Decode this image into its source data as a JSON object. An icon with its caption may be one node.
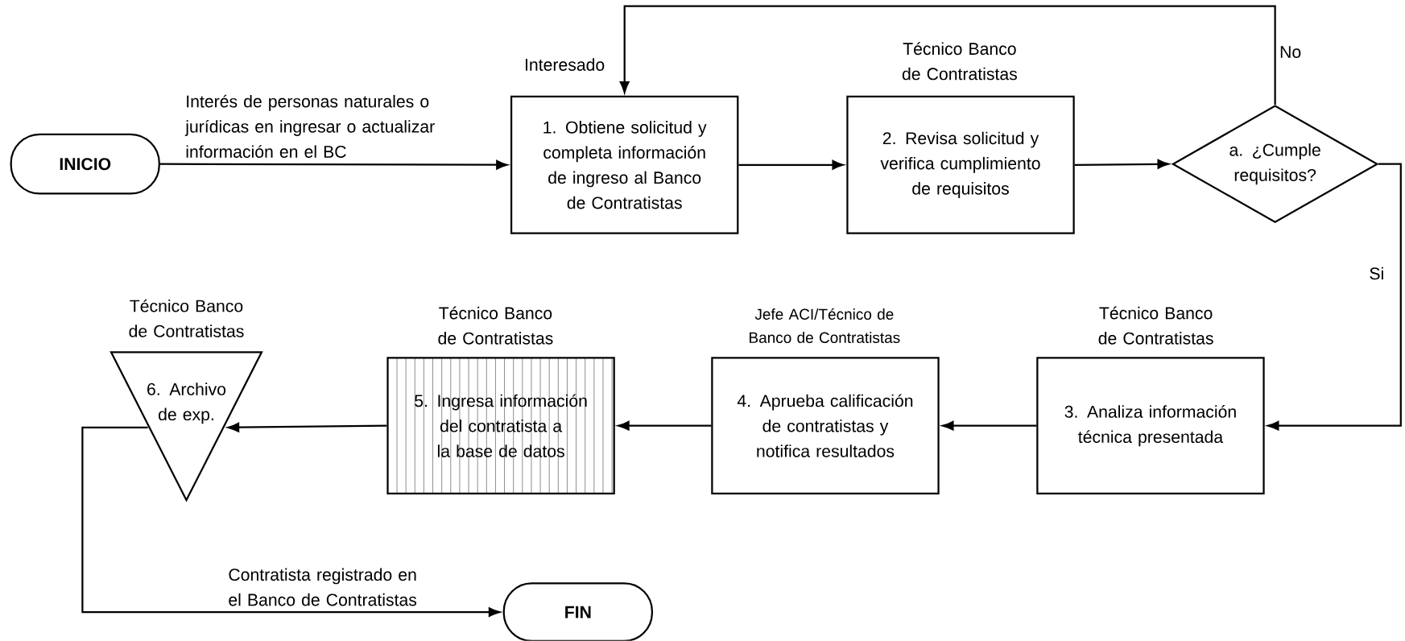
{
  "diagram": {
    "nodes": [
      {
        "text": [
          "INICIO"
        ]
      },
      {
        "text": [
          "1. Obtiene solicitud y completa información de ingreso al Banco de Contratistas"
        ],
        "beside": [
          "Interesado"
        ]
      },
      {
        "text": [
          "2. Revisa solicitud y verifica cumplimiento de requisitos"
        ],
        "beside": [
          "Técnico Banco de Contratistas"
        ]
      },
      {
        "text": [
          "a. ¿Cumple requisitos?"
        ]
      },
      {
        "text": [
          "3. Analiza información técnica presentada"
        ],
        "beside": [
          "Técnico Banco de Contratistas"
        ]
      },
      {
        "text": [
          "4. Aprueba calificación de contratistas y notifica resultados"
        ],
        "beside": [
          "Jefe ACI/Técnico de Banco de Contratistas"
        ]
      },
      {
        "text": [
          "5. Ingresa información del contratista a la base de datos"
        ],
        "beside": [
          "Técnico Banco de Contratistas"
        ]
      },
      {
        "text": [
          "6. Archivo de exp."
        ],
        "beside": [
          "Técnico Banco de Contratistas"
        ]
      },
      {
        "text": [
          "FIN"
        ]
      }
    ],
    "edges": [
      {
        "from": 0,
        "to": 1,
        "arrow": "to",
        "label": "Interés de personas naturales o jurídicas en ingresar o actualizar información en el BC"
      },
      {
        "from": 1,
        "to": 2,
        "arrow": "to"
      },
      {
        "from": 2,
        "to": 3,
        "arrow": "to"
      },
      {
        "from": 3,
        "to": 1,
        "arrow": "to",
        "label": "No"
      },
      {
        "from": 3,
        "to": 4,
        "arrow": "to",
        "label": "Si"
      },
      {
        "from": 4,
        "to": 5,
        "arrow": "to"
      },
      {
        "from": 5,
        "to": 6,
        "arrow": "to"
      },
      {
        "from": 6,
        "to": 7,
        "arrow": "to"
      },
      {
        "from": 7,
        "to": 8,
        "arrow": "to",
        "label": "Contratista registrado en el Banco de Contratistas"
      }
    ]
  }
}
